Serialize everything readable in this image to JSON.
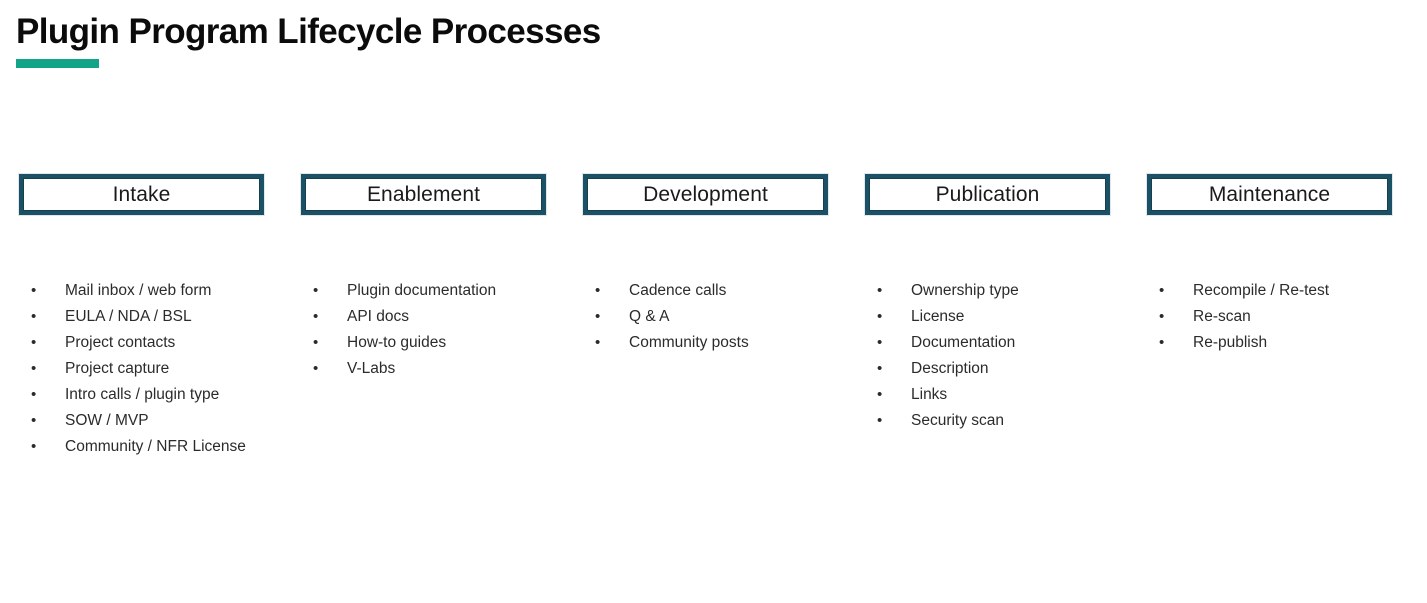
{
  "title": "Plugin Program Lifecycle Processes",
  "accent_color": "#11a489",
  "box_border_color": "#1c5165",
  "text_color": "#2b2b2b",
  "bullet_glyph": "•",
  "columns": [
    {
      "phase": "Intake",
      "items": [
        "Mail inbox / web form",
        "EULA / NDA / BSL",
        "Project contacts",
        "Project capture",
        "Intro calls / plugin type",
        "SOW / MVP",
        "Community / NFR License"
      ]
    },
    {
      "phase": "Enablement",
      "items": [
        "Plugin documentation",
        "API docs",
        "How-to guides",
        "V-Labs"
      ]
    },
    {
      "phase": "Development",
      "items": [
        "Cadence calls",
        "Q & A",
        "Community posts"
      ]
    },
    {
      "phase": "Publication",
      "items": [
        "Ownership type",
        "License",
        "Documentation",
        "Description",
        "Links",
        "Security scan"
      ]
    },
    {
      "phase": "Maintenance",
      "items": [
        "Recompile / Re-test",
        "Re-scan",
        "Re-publish"
      ]
    }
  ]
}
